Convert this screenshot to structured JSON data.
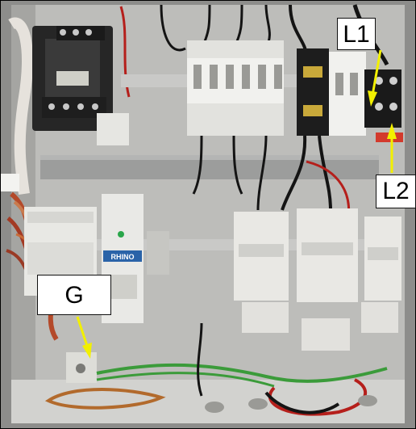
{
  "labels": {
    "l1": "L1",
    "l2": "L2",
    "g": "G"
  },
  "device_text": {
    "power_supply_brand": "RHINO"
  },
  "colors": {
    "annotation_arrow": "#f2f000",
    "panel_backplate": "#b9b9b6",
    "din_rail": "#c9c9c7",
    "wire_duct": "#9c9d9c",
    "contactor_body": "#e9e8e4",
    "breaker_body": "#f1f1ee",
    "transformer_body": "#262626",
    "ground_wire": "#3b9b3a",
    "hot_wire_red": "#b51f1b",
    "black_wire": "#141414"
  }
}
